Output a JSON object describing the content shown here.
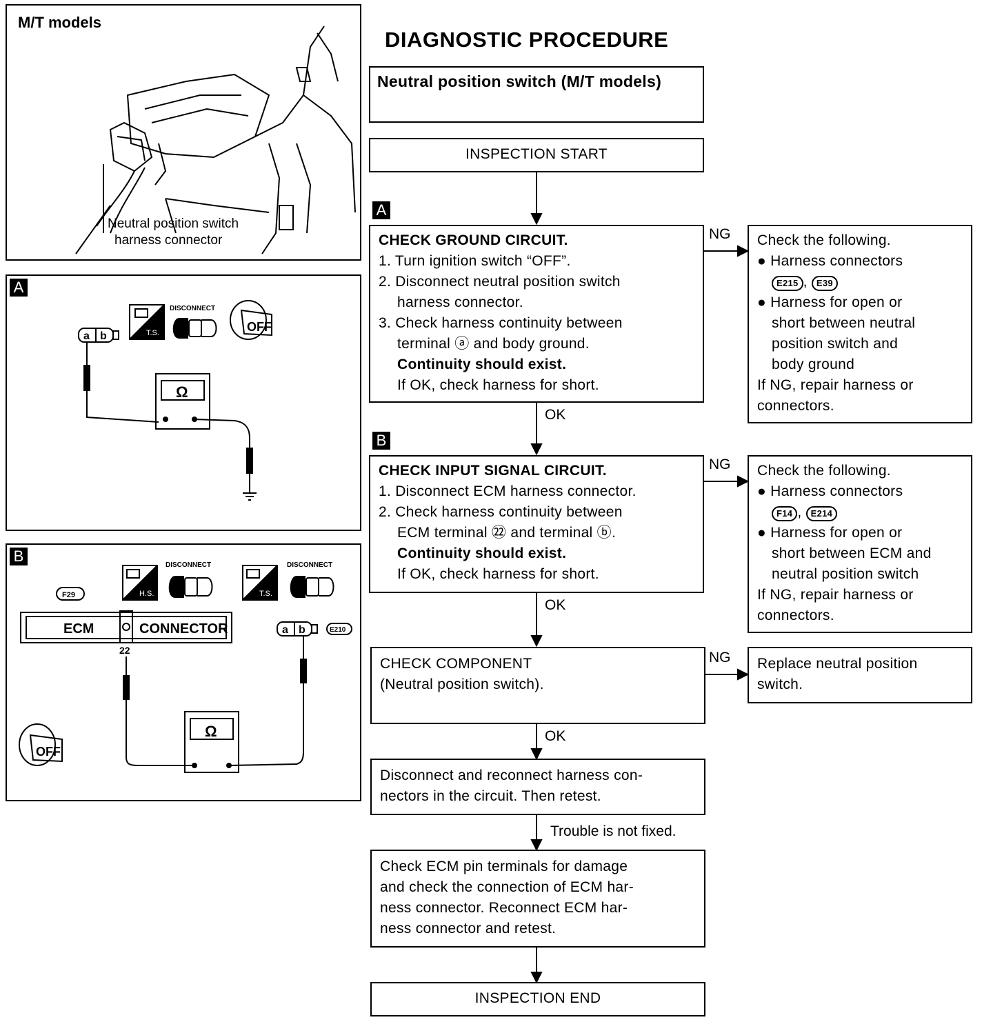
{
  "title": "DIAGNOSTIC PROCEDURE",
  "figures": {
    "mt": {
      "label": "M/T models",
      "callout_line1": "Neutral position switch",
      "callout_line2": "harness connector"
    },
    "a": {
      "tag": "A",
      "probe_a": "a",
      "probe_b": "b",
      "ts_label": "T.S.",
      "disconnect": "DISCONNECT",
      "off": "OFF",
      "ohm": "Ω"
    },
    "b": {
      "tag": "B",
      "hs_label": "H.S.",
      "ts_label": "T.S.",
      "disconnect1": "DISCONNECT",
      "disconnect2": "DISCONNECT",
      "conn_f29": "F29",
      "ecm": "ECM",
      "connector": "CONNECTOR",
      "pin": "22",
      "probe_a": "a",
      "probe_b": "b",
      "conn_e210": "E210",
      "off": "OFF",
      "ohm": "Ω"
    }
  },
  "flow": {
    "header": "Neutral position switch (M/T models)",
    "start": "INSPECTION START",
    "step_a": {
      "tag": "A",
      "title": "CHECK GROUND CIRCUIT.",
      "l1": "1. Turn ignition switch “OFF”.",
      "l2a": "2. Disconnect neutral position switch",
      "l2b": "harness connector.",
      "l3a": "3. Check harness continuity between",
      "l3b": "terminal ⓐ and body ground.",
      "l4": "Continuity should exist.",
      "l5": "If OK, check harness for short."
    },
    "ng_a": {
      "t0": "Check the following.",
      "t1": "● Harness connectors",
      "c1": "E215",
      "c2": "E39",
      "t2": "● Harness for open or",
      "t3": "short between neutral",
      "t4": "position switch and",
      "t5": "body ground",
      "t6": "If NG, repair harness or",
      "t7": "connectors."
    },
    "step_b": {
      "tag": "B",
      "title": "CHECK INPUT SIGNAL CIRCUIT.",
      "l1": "1. Disconnect ECM harness connector.",
      "l2a": "2. Check harness continuity between",
      "l2b": "ECM terminal ㉒ and terminal ⓑ.",
      "l3": "Continuity should exist.",
      "l4": "If OK, check harness for short."
    },
    "ng_b": {
      "t0": "Check the following.",
      "t1": "● Harness connectors",
      "c1": "F14",
      "c2": "E214",
      "t2": "● Harness for open or",
      "t3": "short between ECM and",
      "t4": "neutral position switch",
      "t5": "If NG, repair harness or",
      "t6": "connectors."
    },
    "step_c": {
      "l1": "CHECK COMPONENT",
      "l2": "(Neutral position switch)."
    },
    "ng_c": {
      "l1": "Replace neutral position",
      "l2": "switch."
    },
    "step_d": {
      "l1": "Disconnect and reconnect harness con-",
      "l2": "nectors in the circuit. Then retest."
    },
    "step_e": {
      "l1": "Check ECM pin terminals for damage",
      "l2": "and check the connection of ECM har-",
      "l3": "ness connector. Reconnect ECM har-",
      "l4": "ness connector and retest."
    },
    "end": "INSPECTION END",
    "labels": {
      "ok": "OK",
      "ng": "NG",
      "not_fixed": "Trouble is not fixed."
    }
  }
}
